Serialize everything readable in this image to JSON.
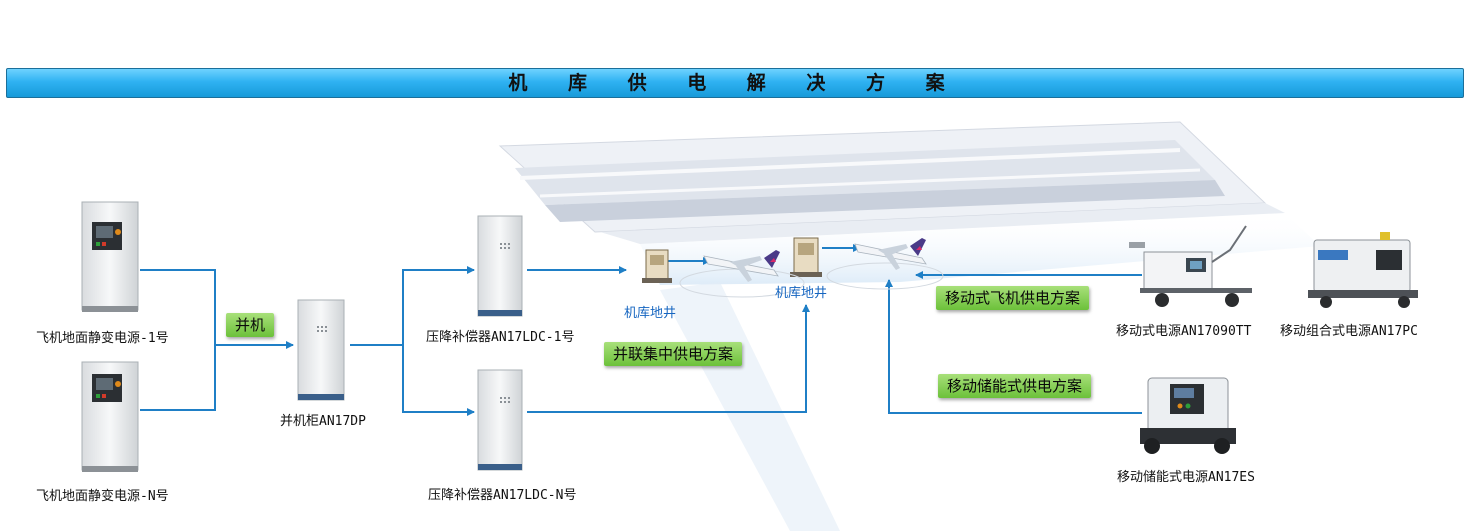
{
  "title": "机 库 供 电 解 决 方 案",
  "sources": {
    "source_1": "飞机地面静变电源-1号",
    "source_n": "飞机地面静变电源-N号"
  },
  "parallel": {
    "label": "并机",
    "cabinet": "并机柜AN17DP"
  },
  "compensators": {
    "ldc_1": "压降补偿器AN17LDC-1号",
    "ldc_n": "压降补偿器AN17LDC-N号"
  },
  "pits": {
    "pit_left": "机库地井",
    "pit_right": "机库地井"
  },
  "schemes": {
    "centralized": "并联集中供电方案",
    "mobile": "移动式飞机供电方案",
    "storage": "移动储能式供电方案"
  },
  "equipment": {
    "mobile_unit": "移动式电源AN17090TT",
    "combo_unit": "移动组合式电源AN17PC",
    "storage_unit": "移动储能式电源AN17ES"
  },
  "colors": {
    "title_bar": "#2fb2f2",
    "connector": "#1f7fc6",
    "scheme_label": "#7cc94a",
    "pit_label": "#1565c0"
  }
}
